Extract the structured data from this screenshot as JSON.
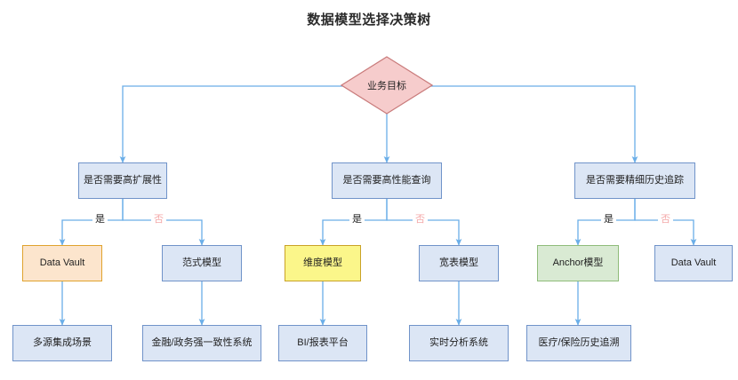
{
  "diagram": {
    "title": "数据模型选择决策树",
    "colors": {
      "edge": "#6aaee8",
      "yes_label": "#1f1f1f",
      "no_label": "#f4a9a9",
      "decision_fill": "#f6cccc",
      "decision_stroke": "#c97b7b",
      "question_fill": "#dce6f5",
      "question_stroke": "#7093c9",
      "result_blue_fill": "#dce6f5",
      "result_blue_stroke": "#7093c9",
      "result_orange_fill": "#fce5cd",
      "result_orange_stroke": "#e0a32e",
      "result_yellow_fill": "#fbf68a",
      "result_yellow_stroke": "#c9a227",
      "result_green_fill": "#d9ead3",
      "result_green_stroke": "#8fbc7a",
      "text": "#1f1f1f"
    },
    "root": {
      "label": "业务目标",
      "shape": "diamond"
    },
    "questions": [
      {
        "label": "是否需要高扩展性"
      },
      {
        "label": "是否需要高性能查询"
      },
      {
        "label": "是否需要精细历史追踪"
      }
    ],
    "edge_labels": {
      "yes": "是",
      "no": "否"
    },
    "branches": [
      {
        "question": "是否需要高扩展性",
        "yes": {
          "result": "Data Vault",
          "scenario": "多源集成场景"
        },
        "no": {
          "result": "范式模型",
          "scenario": "金融/政务强一致性系统"
        }
      },
      {
        "question": "是否需要高性能查询",
        "yes": {
          "result": "维度模型",
          "scenario": "BI/报表平台"
        },
        "no": {
          "result": "宽表模型",
          "scenario": "实时分析系统"
        }
      },
      {
        "question": "是否需要精细历史追踪",
        "yes": {
          "result": "Anchor模型",
          "scenario": "医疗/保险历史追溯"
        },
        "no": {
          "result": "Data Vault",
          "scenario": ""
        }
      }
    ],
    "results": [
      {
        "label": "Data Vault",
        "style": "orange"
      },
      {
        "label": "范式模型",
        "style": "blue"
      },
      {
        "label": "维度模型",
        "style": "yellow"
      },
      {
        "label": "宽表模型",
        "style": "blue"
      },
      {
        "label": "Anchor模型",
        "style": "green"
      },
      {
        "label": "Data Vault",
        "style": "blue"
      }
    ],
    "scenarios": [
      {
        "label": "多源集成场景"
      },
      {
        "label": "金融/政务强一致性系统"
      },
      {
        "label": "BI/报表平台"
      },
      {
        "label": "实时分析系统"
      },
      {
        "label": "医疗/保险历史追溯"
      }
    ]
  }
}
